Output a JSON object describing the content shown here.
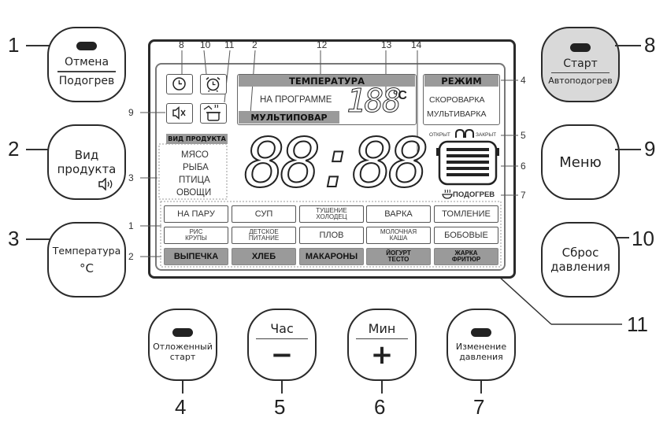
{
  "buttons": {
    "cancel": {
      "top": "Отмена",
      "bottom": "Подогрев"
    },
    "product": {
      "line1": "Вид",
      "line2": "продукта"
    },
    "temperature": {
      "line1": "Температура",
      "line2": "°C"
    },
    "start": {
      "top": "Старт",
      "bottom": "Автоподогрев"
    },
    "menu": {
      "label": "Меню"
    },
    "pressure_reset": {
      "line1": "Сброс",
      "line2": "давления"
    },
    "delayed_start": {
      "line1": "Отложенный",
      "line2": "старт"
    },
    "hour": {
      "top": "Час",
      "sign": "−"
    },
    "minute": {
      "top": "Мин",
      "sign": "+"
    },
    "pressure_change": {
      "line1": "Изменение",
      "line2": "давления"
    }
  },
  "callouts": {
    "left_1": "1",
    "left_2": "2",
    "left_3": "3",
    "right_8": "8",
    "right_9": "9",
    "right_10": "10",
    "right_11": "11",
    "bottom_4": "4",
    "bottom_5": "5",
    "bottom_6": "6",
    "bottom_7": "7"
  },
  "display": {
    "temperature_title": "ТЕМПЕРАТУРА",
    "on_program": "НА ПРОГРАММЕ",
    "multicooker": "МУЛЬТИПОВАР",
    "temp_digits": "188",
    "temp_unit": "°C",
    "mode_title": "РЕЖИМ",
    "mode_pressure": "СКОРОВАРКА",
    "mode_multi": "МУЛЬТИВАРКА",
    "product_title": "ВИД ПРОДУКТА",
    "products": [
      "МЯСО",
      "РЫБА",
      "ПТИЦА",
      "ОВОЩИ"
    ],
    "time_digits": "88:88",
    "lid_open": "ОТКРЫТ",
    "lid_closed": "ЗАКРЫТ",
    "heating": "ПОДОГРЕВ"
  },
  "programs": {
    "row1": [
      "НА ПАРУ",
      "СУП",
      "ТУШЕНИЕ ХОЛОДЕЦ",
      "ВАРКА",
      "ТОМЛЕНИЕ"
    ],
    "row2": [
      "РИС КРУПЫ",
      "ДЕТСКОЕ ПИТАНИЕ",
      "ПЛОВ",
      "МОЛОЧНАЯ КАША",
      "БОБОВЫЕ"
    ],
    "row3": [
      "ВЫПЕЧКА",
      "ХЛЕБ",
      "МАКАРОНЫ",
      "ЙОГУРТ ТЕСТО",
      "ЖАРКА ФРИТЮР"
    ]
  },
  "inner_labels": {
    "n8": "8",
    "n10": "10",
    "n11": "11",
    "n2": "2",
    "n12": "12",
    "n13": "13",
    "n14": "14",
    "n9": "9",
    "n3": "3",
    "n1": "1",
    "n2b": "2",
    "n4": "4",
    "n5": "5",
    "n6": "6",
    "n7": "7"
  },
  "icons": {
    "clock": "clock-icon",
    "alarm": "alarm-clock-icon",
    "mute": "speaker-mute-icon",
    "pot": "pot-steam-icon",
    "sound": "speaker-icon",
    "heating": "heating-bowl-icon",
    "pot_body": "cooking-pot-icon"
  }
}
